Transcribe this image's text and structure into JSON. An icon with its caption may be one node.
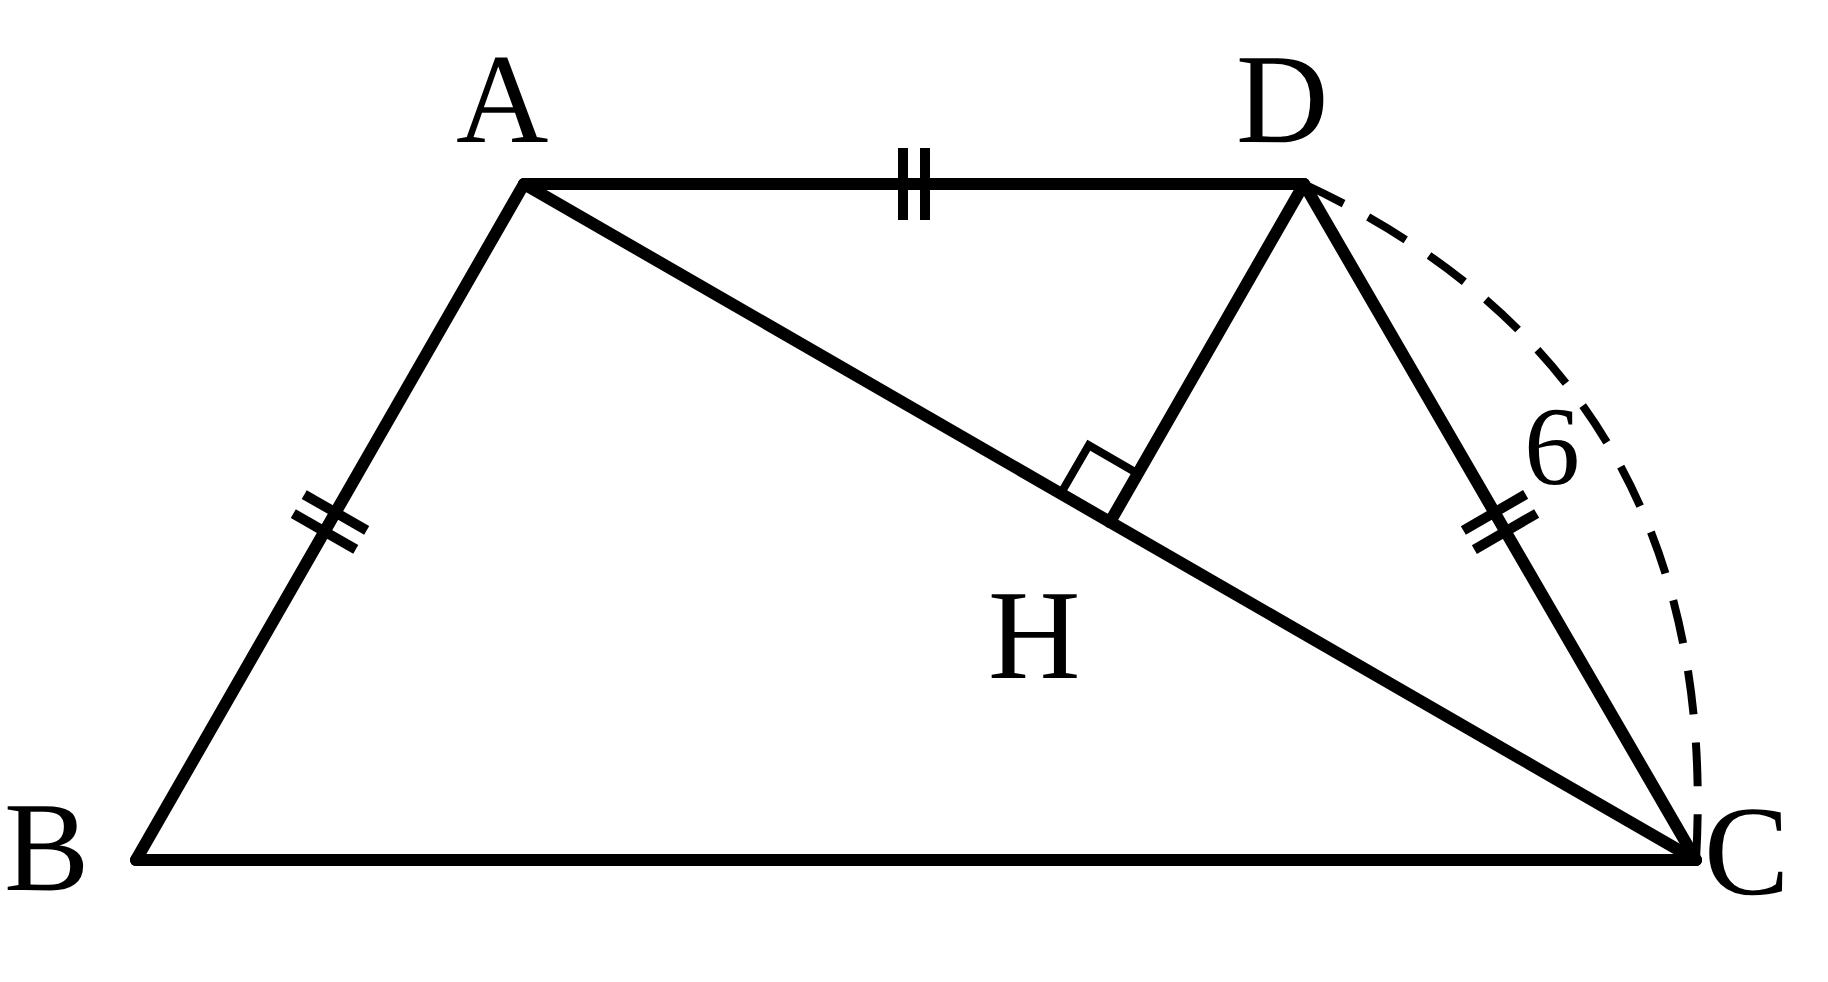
{
  "diagram": {
    "nodes": [
      {
        "text": [
          "A"
        ]
      },
      {
        "text": [
          "B"
        ]
      },
      {
        "text": [
          "C"
        ]
      },
      {
        "text": [
          "D"
        ]
      },
      {
        "text": [
          "H"
        ]
      }
    ],
    "edges": [
      {
        "from": 0,
        "to": 3,
        "arrow": "none"
      },
      {
        "from": 0,
        "to": 1,
        "arrow": "none"
      },
      {
        "from": 1,
        "to": 2,
        "arrow": "none"
      },
      {
        "from": 3,
        "to": 2,
        "arrow": "none"
      },
      {
        "from": 0,
        "to": 4,
        "arrow": "none"
      },
      {
        "from": 4,
        "to": 2,
        "arrow": "none"
      },
      {
        "from": 3,
        "to": 4,
        "arrow": "none"
      }
    ],
    "labels": [
      "6"
    ]
  }
}
